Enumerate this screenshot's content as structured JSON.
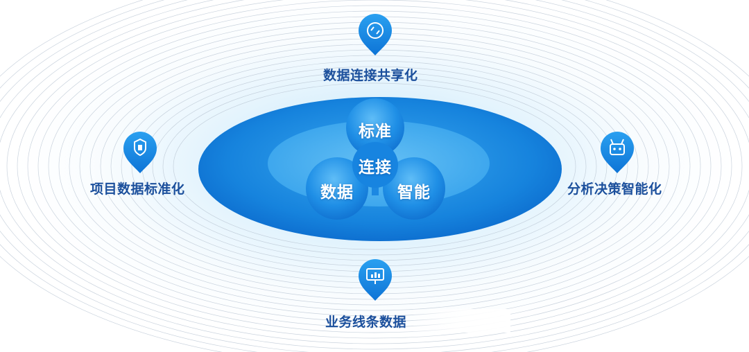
{
  "center": {
    "core_label": "连接",
    "circles": [
      {
        "label": "标准"
      },
      {
        "label": "数据"
      },
      {
        "label": "智能"
      }
    ]
  },
  "nodes": [
    {
      "label": "数据连接共享化",
      "icon": "data-sync-icon"
    },
    {
      "label": "项目数据标准化",
      "icon": "shield-document-icon"
    },
    {
      "label": "分析决策智能化",
      "icon": "robot-icon"
    },
    {
      "label": "业务线条数据",
      "icon": "monitor-chart-icon"
    }
  ],
  "colors": {
    "accent": "#1a8fe0",
    "label_text": "#1b4f9c",
    "ellipse_dark": "#0d6fd4",
    "ellipse_light": "#35a8ef"
  }
}
